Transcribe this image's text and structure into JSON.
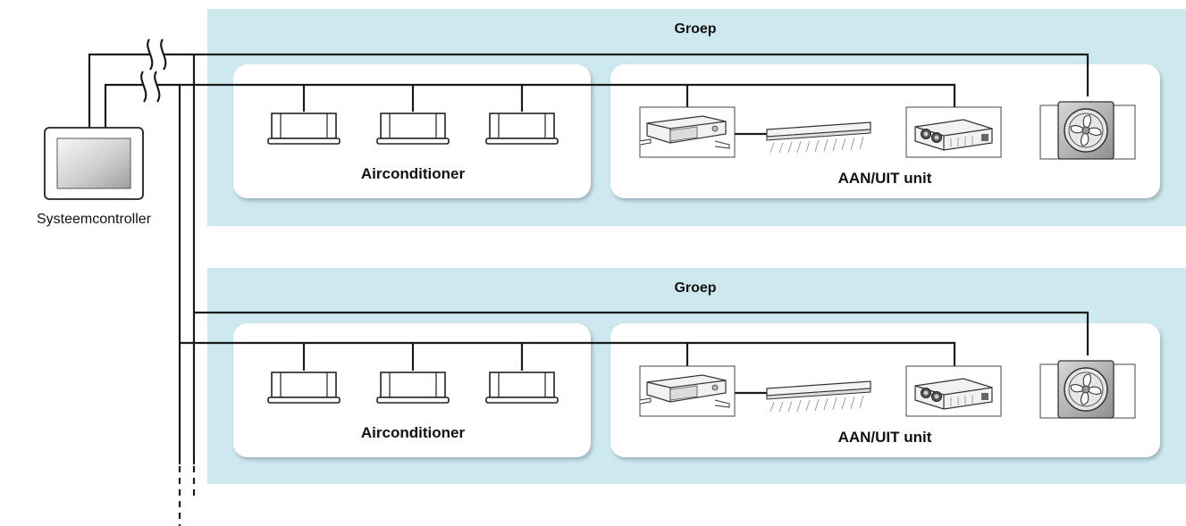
{
  "controller": {
    "label": "Systeemcontroller",
    "icon": "touch-panel-icon"
  },
  "groups": [
    {
      "title": "Groep",
      "airconditioner_label": "Airconditioner",
      "aan_uit_label": "AAN/UIT unit",
      "units": [
        "cassette-unit-icon",
        "cassette-unit-icon",
        "cassette-unit-icon"
      ],
      "devices": [
        "ducted-unit-icon",
        "air-curtain-icon",
        "heat-recovery-icon"
      ],
      "fan": "ventilation-fan-icon"
    },
    {
      "title": "Groep",
      "airconditioner_label": "Airconditioner",
      "aan_uit_label": "AAN/UIT unit",
      "units": [
        "cassette-unit-icon",
        "cassette-unit-icon",
        "cassette-unit-icon"
      ],
      "devices": [
        "ducted-unit-icon",
        "air-curtain-icon",
        "heat-recovery-icon"
      ],
      "fan": "ventilation-fan-icon"
    }
  ],
  "colors": {
    "group_background": "#cde9ef",
    "box_background": "#ffffff",
    "wire": "#1a1a1a"
  }
}
